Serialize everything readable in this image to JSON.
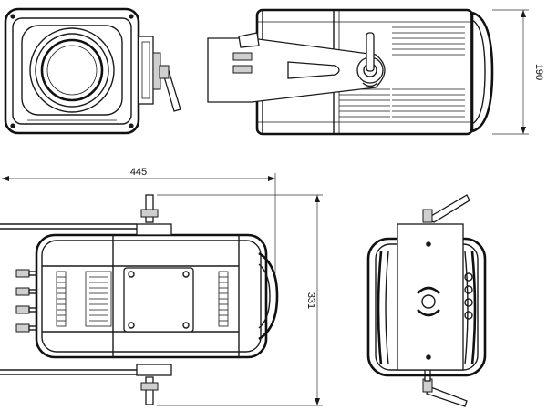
{
  "dimensions": {
    "width_label": "445",
    "height_label": "331",
    "depth_label": "190"
  },
  "views": {
    "front": "front-view",
    "side_top": "side-view-top",
    "top_bottom": "top-view-bottom",
    "rear_bottom": "rear-view-bottom"
  }
}
